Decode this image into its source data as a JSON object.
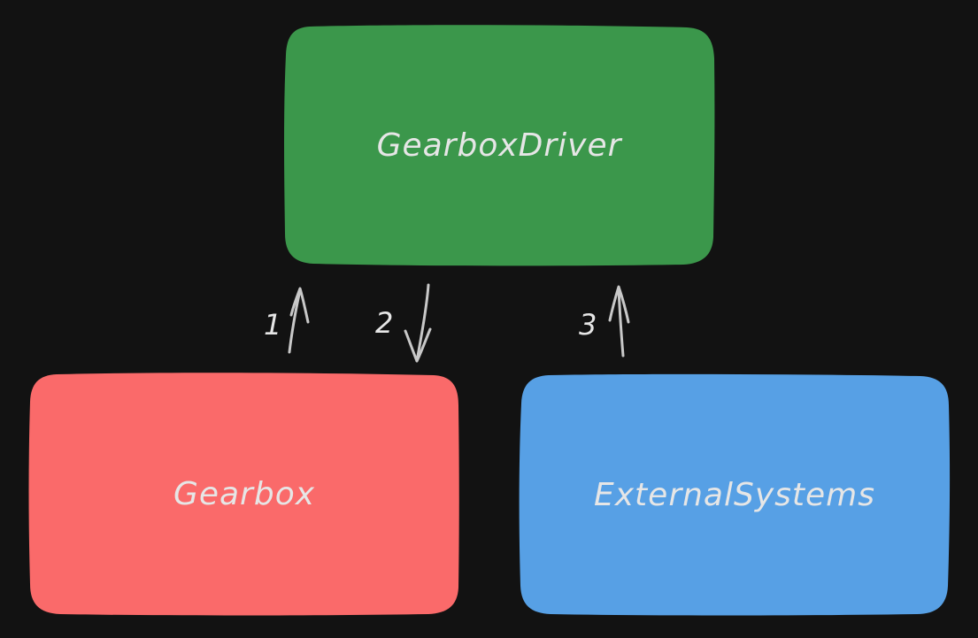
{
  "nodes": {
    "driver": {
      "label": "GearboxDriver",
      "color": "#3b974b"
    },
    "gearbox": {
      "label": "Gearbox",
      "color": "#fa6a6a"
    },
    "external": {
      "label": "ExternalSystems",
      "color": "#57a0e5"
    }
  },
  "edges": [
    {
      "number": "1",
      "direction": "up"
    },
    {
      "number": "2",
      "direction": "down"
    },
    {
      "number": "3",
      "direction": "up"
    }
  ],
  "colors": {
    "background": "#121212",
    "text": "#e6e6e6",
    "arrow": "#c8c8c8"
  }
}
